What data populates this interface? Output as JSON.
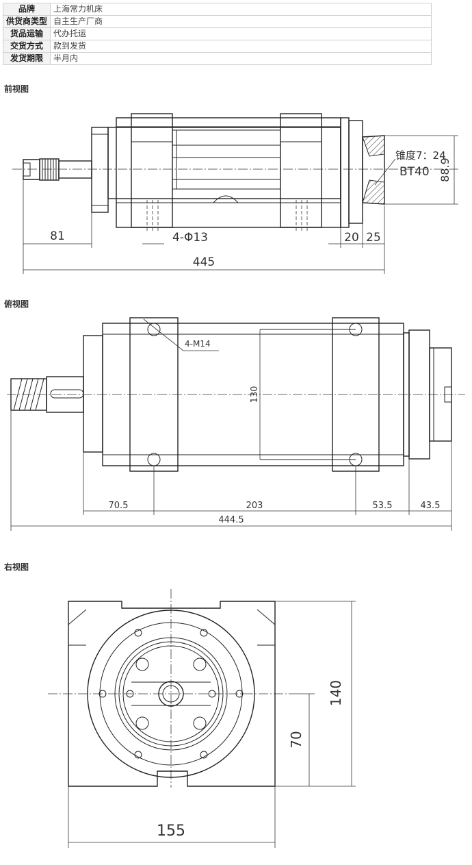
{
  "spec_table": {
    "rows": [
      {
        "label": "品牌",
        "value": "上海常力机床"
      },
      {
        "label": "供货商类型",
        "value": "自主生产厂商"
      },
      {
        "label": "货品运输",
        "value": "代办托运"
      },
      {
        "label": "交货方式",
        "value": "款到发货"
      },
      {
        "label": "发货期限",
        "value": "半月内"
      }
    ]
  },
  "front_view": {
    "title": "前视图",
    "dims": {
      "d81": "81",
      "d445": "445",
      "holes": "4-Φ13",
      "d20": "20",
      "d25": "25",
      "d889": "88.9"
    },
    "taper": {
      "line1": "锥度7：24",
      "line2": "BT40"
    }
  },
  "top_view": {
    "title": "俯视图",
    "dims": {
      "thread": "4-M14",
      "d130": "130",
      "d705": "70.5",
      "d203": "203",
      "d535": "53.5",
      "d435": "43.5",
      "d4445": "444.5"
    }
  },
  "right_view": {
    "title": "右视图",
    "dims": {
      "d140": "140",
      "d70": "70",
      "d155": "155"
    }
  }
}
